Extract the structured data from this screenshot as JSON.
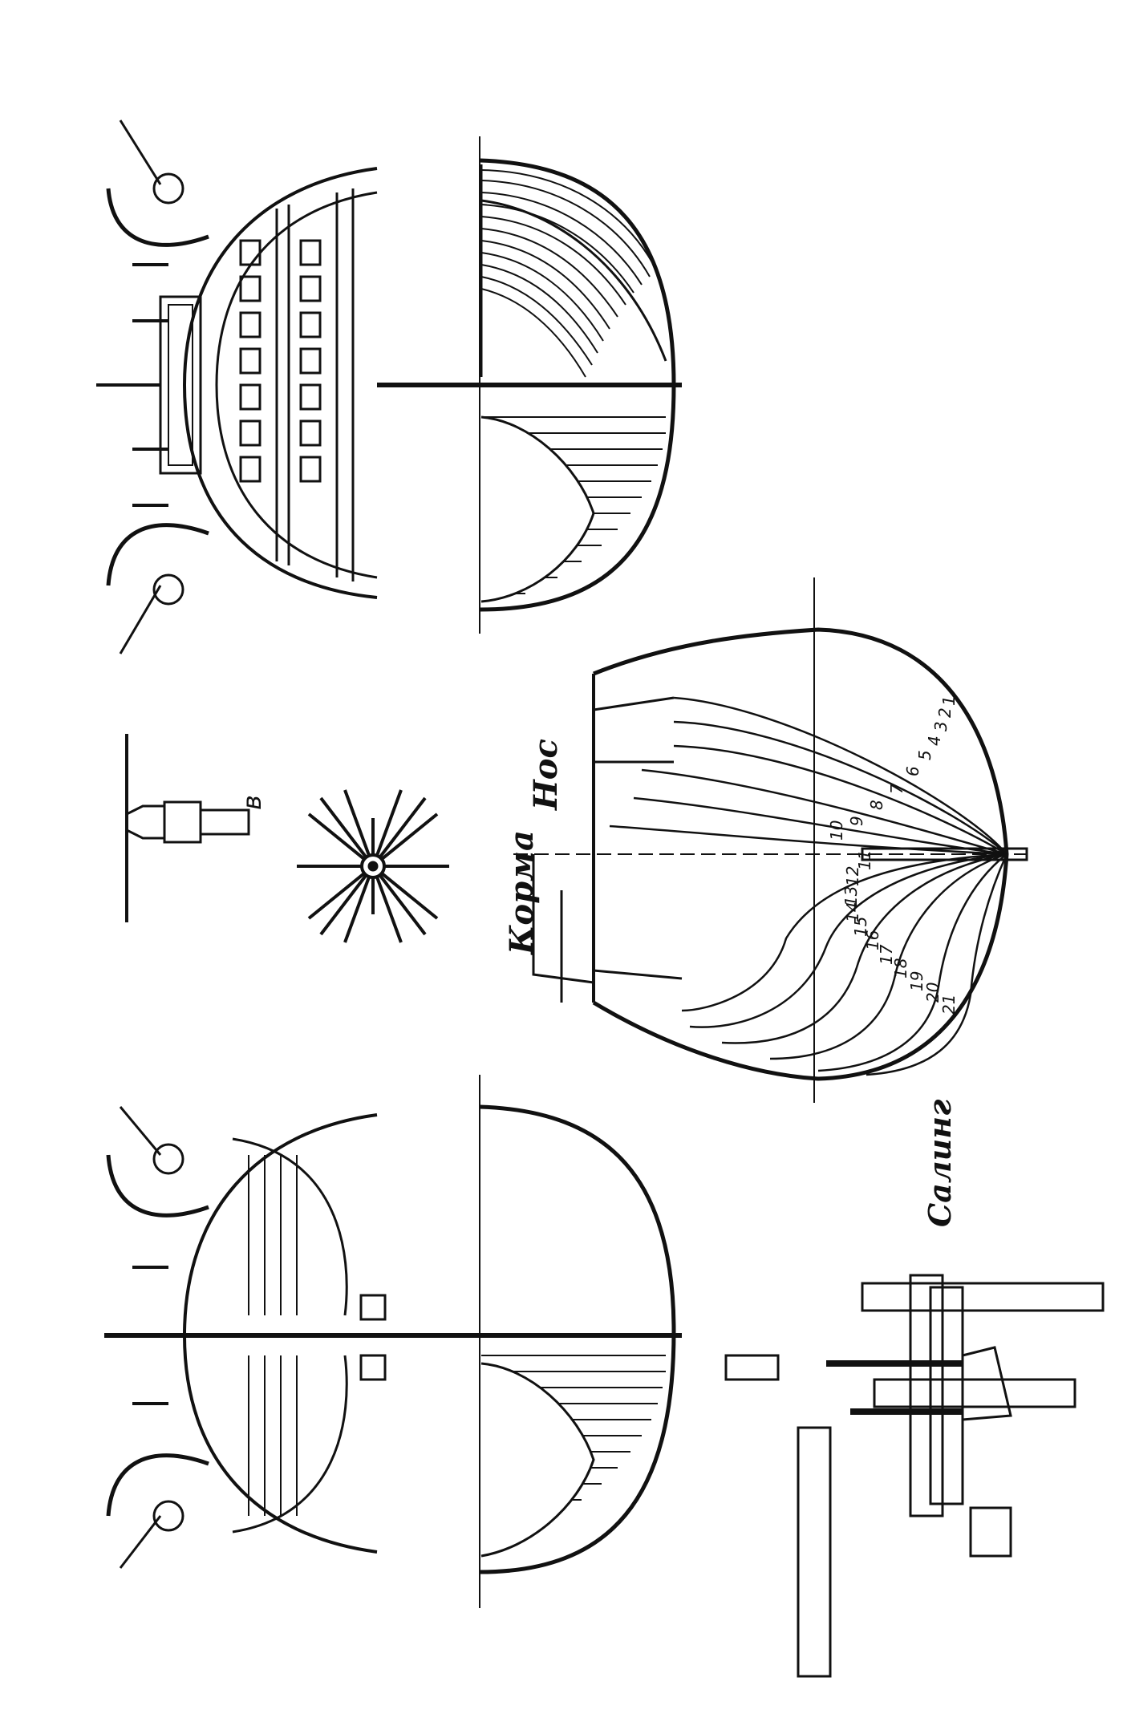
{
  "drawing": {
    "ink_color": "#111111",
    "paper_color": "#ffffff",
    "views": {
      "stern_view": {
        "name": "stern-elevation"
      },
      "bow_view": {
        "name": "bow-elevation"
      },
      "body_plan": {
        "bow_label": "Нос",
        "stern_label": "Корма",
        "bow_stations": [
          "1",
          "2",
          "3",
          "4",
          "5",
          "6",
          "7",
          "8",
          "9",
          "10"
        ],
        "stern_stations": [
          "11",
          "12",
          "13",
          "14",
          "15",
          "16",
          "17",
          "18",
          "19",
          "20",
          "21"
        ]
      },
      "lantern_detail": {
        "label": "в"
      },
      "crosstrees_detail": {
        "label": "Салинг"
      }
    }
  }
}
